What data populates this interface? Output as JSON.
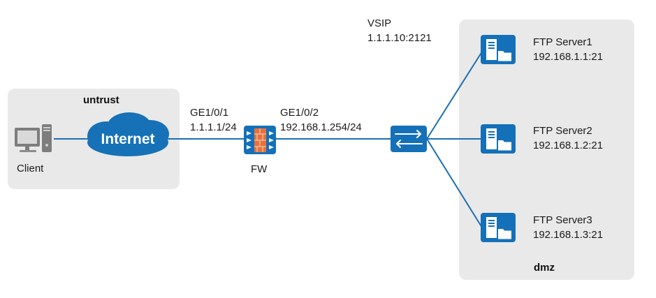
{
  "zones": {
    "untrust": {
      "label": "untrust"
    },
    "dmz": {
      "label": "dmz"
    }
  },
  "client": {
    "label": "Client",
    "icon": "desktop-computer-icon"
  },
  "internet": {
    "label": "Internet",
    "icon": "cloud-icon"
  },
  "firewall": {
    "label": "FW",
    "icon": "firewall-icon",
    "left_interface": {
      "name": "GE1/0/1",
      "ip": "1.1.1.1/24"
    },
    "right_interface": {
      "name": "GE1/0/2",
      "ip": "192.168.1.254/24"
    }
  },
  "switch": {
    "icon": "switch-icon"
  },
  "vsip": {
    "label": "VSIP",
    "address": "1.1.1.10:2121"
  },
  "servers": [
    {
      "name": "FTP Server1",
      "address": "192.168.1.1:21",
      "icon": "server-icon"
    },
    {
      "name": "FTP Server2",
      "address": "192.168.1.2:21",
      "icon": "server-icon"
    },
    {
      "name": "FTP Server3",
      "address": "192.168.1.3:21",
      "icon": "server-icon"
    }
  ],
  "colors": {
    "link": "#1a6fb4",
    "device_blue": "#1470b8",
    "cloud_blue": "#1671b6",
    "zone_gray": "#e9e9e9",
    "firewall_brick": "#e8713a"
  }
}
